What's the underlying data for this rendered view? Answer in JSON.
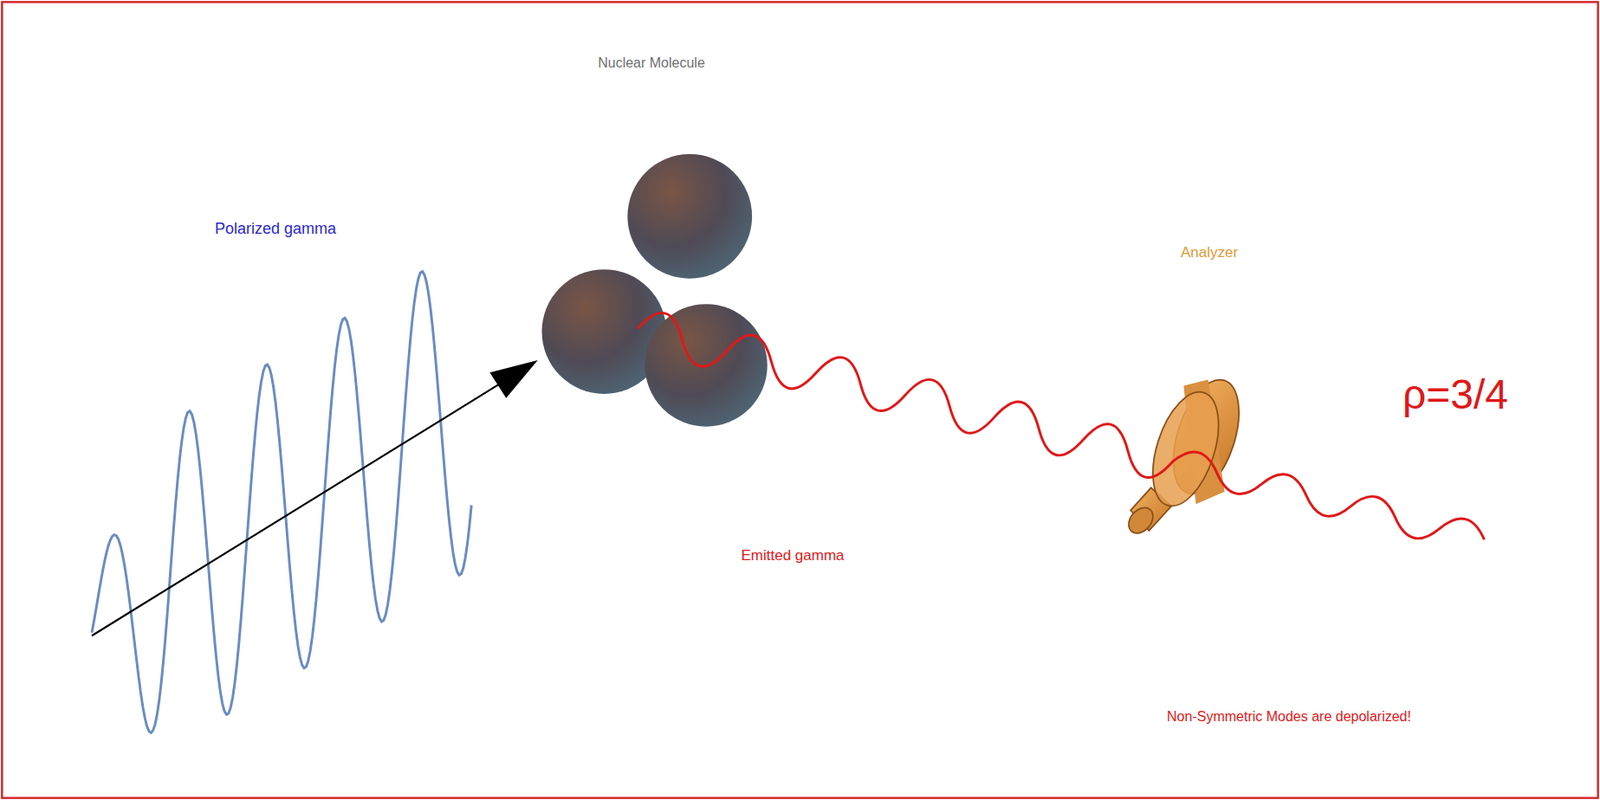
{
  "diagram": {
    "labels": [
      "Nuclear Molecule",
      "Polarized gamma",
      "Analyzer",
      "ρ=3/4",
      "Emitted gamma",
      "Non-Symmetric Modes are depolarized!"
    ]
  }
}
